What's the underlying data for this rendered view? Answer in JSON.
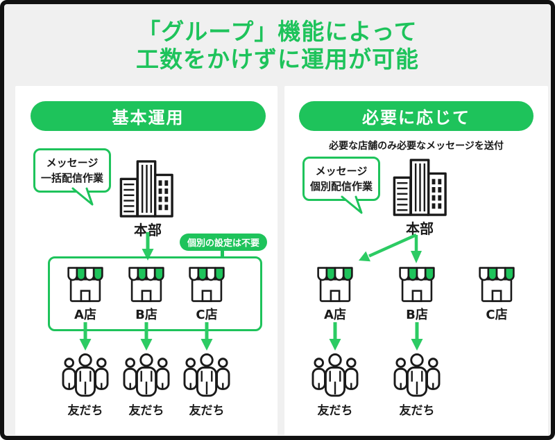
{
  "title": {
    "line1": "「グループ」機能によって",
    "line2": "工数をかけずに運用が可能"
  },
  "colors": {
    "green": "#1ec35b",
    "arrow_green": "#2ccb63",
    "ink": "#1a1a1a",
    "background": "#f0f0f0",
    "panel_bg": "#ffffff",
    "frame": "#111111",
    "header_text": "#ffffff"
  },
  "icons": {
    "hq": "building-icon",
    "store": "storefront-icon",
    "friends": "people-group-icon",
    "flow": "arrow-down-icon"
  },
  "left_panel": {
    "header": "基本運用",
    "bubble": {
      "line1": "メッセージ",
      "line2": "一括配信作業"
    },
    "hq_label": "本部",
    "tag": "個別の設定は不要",
    "stores": [
      {
        "label": "A店"
      },
      {
        "label": "B店"
      },
      {
        "label": "C店"
      }
    ],
    "friends": [
      {
        "label": "友だち"
      },
      {
        "label": "友だち"
      },
      {
        "label": "友だち"
      }
    ]
  },
  "right_panel": {
    "header": "必要に応じて",
    "subtitle": "必要な店舗のみ必要なメッセージを送付",
    "bubble": {
      "line1": "メッセージ",
      "line2": "個別配信作業"
    },
    "hq_label": "本部",
    "stores": [
      {
        "label": "A店"
      },
      {
        "label": "B店"
      },
      {
        "label": "C店"
      }
    ],
    "friends": [
      {
        "label": "友だち"
      },
      {
        "label": "友だち"
      }
    ]
  }
}
